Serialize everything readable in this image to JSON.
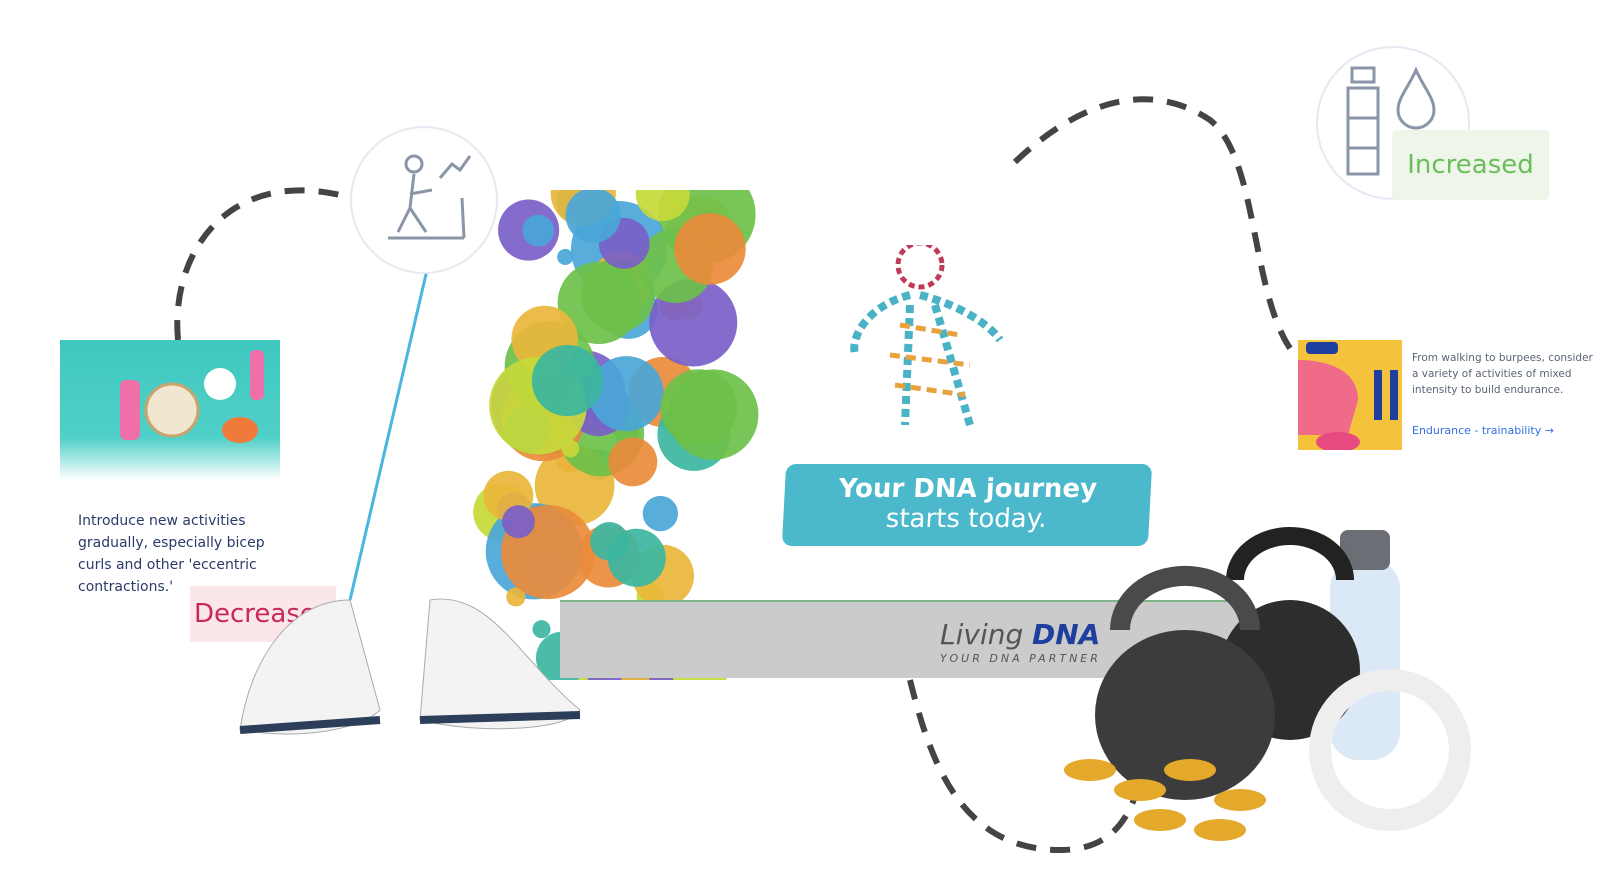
{
  "left_card": {
    "text": "Introduce new activities gradually, especially bicep curls and other 'eccentric contractions.'",
    "badge": "Decrease",
    "icon": "treadmill-person-icon"
  },
  "right_card": {
    "text": "From walking to burpees, consider a variety of activities of mixed intensity to build endurance.",
    "link": "Endurance - trainability",
    "link_arrow": "→",
    "badge": "Increased",
    "icon": "water-bottle-drop-icon"
  },
  "banner": {
    "cta_line1": "Your DNA journey",
    "cta_line2": "starts today.",
    "logo_word1": "Living",
    "logo_word2": "DNA",
    "logo_tagline": "YOUR DNA PARTNER"
  },
  "colors": {
    "decrease": "#c8285a",
    "increase": "#6cbe5c",
    "cta": "#4bb8cc",
    "link": "#2f6fe0",
    "text": "#2b3a6b"
  }
}
